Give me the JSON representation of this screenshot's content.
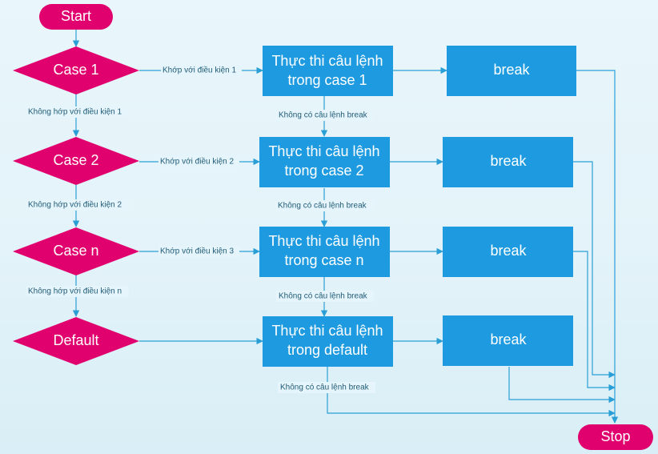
{
  "colors": {
    "terminal": "#e0006e",
    "decision": "#e0006e",
    "process": "#1e9be0",
    "edge": "#2a9fd6",
    "edge_label": "#1f5b78"
  },
  "nodes": {
    "start": "Start",
    "stop": "Stop",
    "case1": "Case 1",
    "case2": "Case 2",
    "casen": "Case n",
    "default": "Default",
    "exec1": [
      "Thực thi câu lệnh",
      "trong case 1"
    ],
    "exec2": [
      "Thực thi câu lệnh",
      "trong case 2"
    ],
    "execn": [
      "Thực thi câu lệnh",
      "trong case n"
    ],
    "execd": [
      "Thực thi câu lệnh",
      "trong default"
    ],
    "break1": "break",
    "break2": "break",
    "breakn": "break",
    "breakd": "break"
  },
  "edge_labels": {
    "match1": "Khớp với điều kiện 1",
    "match2": "Khớp với điều kiện 2",
    "match3": "Khớp với điều kiện 3",
    "nomatch1": "Không hớp với điều kiện 1",
    "nomatch2": "Không hớp với điều kiện 2",
    "nomatchn": "Không hớp với điều kiện n",
    "nobreak1": "Không có câu lệnh break",
    "nobreak2": "Không có câu lệnh break",
    "nobreakn": "Không có câu lệnh break",
    "nobreakd": "Không có câu lệnh break"
  }
}
